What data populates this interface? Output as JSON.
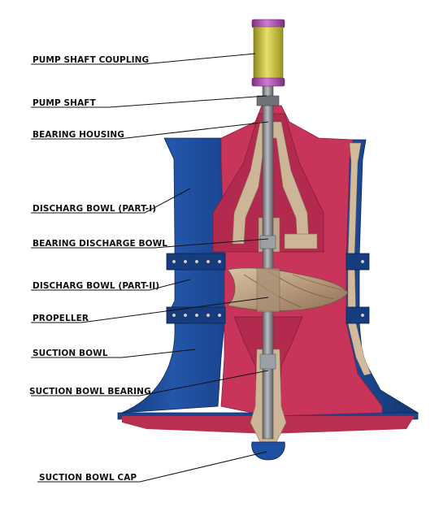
{
  "labels": {
    "pump_shaft_coupling": "PUMP SHAFT COUPLING",
    "pump_shaft": "PUMP SHAFT",
    "bearing_housing": "BEARING HOUSING",
    "discharge_bowl_part1": "DISCHARG BOWL (PART-I)",
    "bearing_discharge_bowl": "BEARING DISCHARGE BOWL",
    "discharge_bowl_part2": "DISCHARG BOWL (PART-II)",
    "propeller": "PROPELLER",
    "suction_bowl": "SUCTION BOWL",
    "suction_bowl_bearing": "SUCTION BOWL BEARING",
    "suction_bowl_cap": "SUCTION BOWL CAP"
  },
  "colors": {
    "casing_blue": "#1f4fa0",
    "casing_blue_dark": "#163c7e",
    "section_red": "#c8345a",
    "section_red_dark": "#a8284a",
    "bronze": "#c9b092",
    "shaft_gray": "#8a8e93",
    "coupling_yellow": "#cfc93a",
    "coupling_purple": "#b04fb0",
    "leader_line": "#111111"
  }
}
